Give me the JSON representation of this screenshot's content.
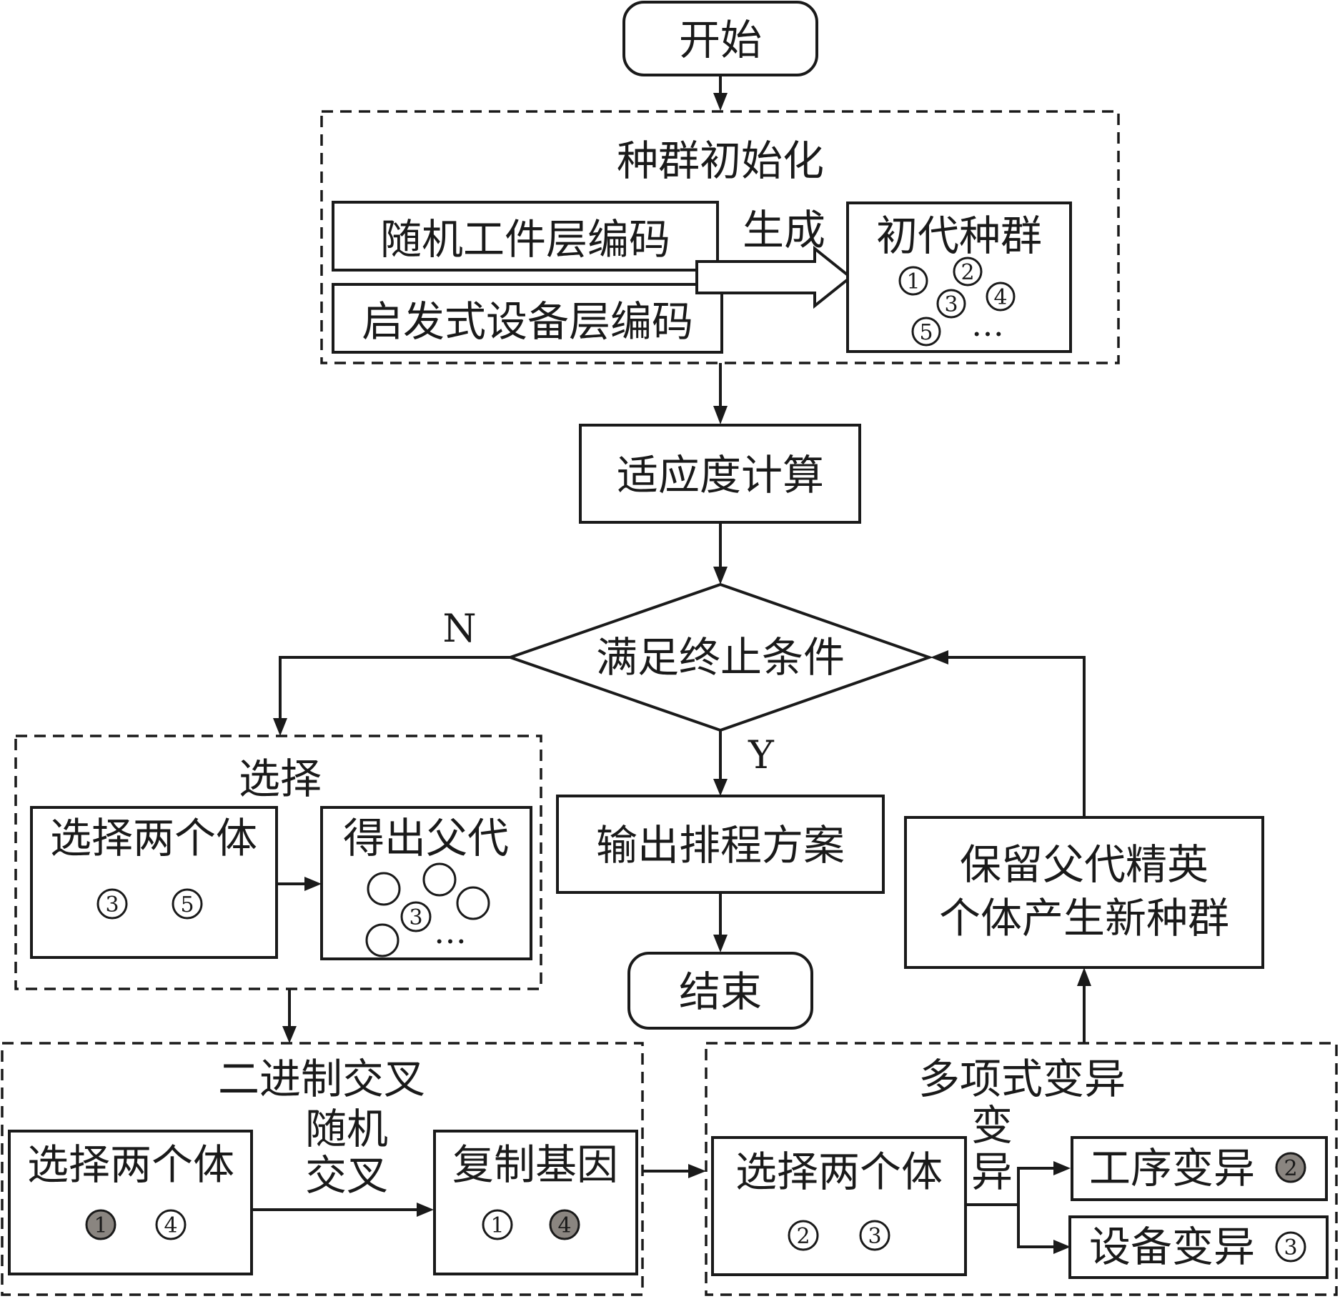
{
  "start": "开始",
  "end": "结束",
  "init_group": {
    "title": "种群初始化",
    "random_encoding": "随机工件层编码",
    "heuristic_encoding": "启发式设备层编码",
    "generate_label": "生成",
    "initial_population": {
      "title": "初代种群",
      "members": [
        "1",
        "2",
        "3",
        "4",
        "5"
      ],
      "ellipsis": "…"
    }
  },
  "fitness": "适应度计算",
  "decision": {
    "label": "满足终止条件",
    "no": "N",
    "yes": "Y"
  },
  "output_plan": "输出排程方案",
  "selection_group": {
    "title": "选择",
    "select_two": "选择两个体",
    "selected": [
      "3",
      "5"
    ],
    "get_parents": "得出父代",
    "parent_members": [
      "3"
    ],
    "ellipsis": "…"
  },
  "crossover_group": {
    "title": "二进制交叉",
    "select_two": "选择两个体",
    "selected": [
      {
        "num": "1",
        "highlighted": true
      },
      {
        "num": "4",
        "highlighted": false
      }
    ],
    "random_cross_line1": "随机",
    "random_cross_line2": "交叉",
    "copy_genes": "复制基因",
    "copied": [
      {
        "num": "1",
        "highlighted": false
      },
      {
        "num": "4",
        "highlighted": true
      }
    ]
  },
  "mutation_group": {
    "title": "多项式变异",
    "select_two": "选择两个体",
    "selected": [
      "2",
      "3"
    ],
    "mutate_line1": "变",
    "mutate_line2": "异",
    "process_mutation": "工序变异",
    "process_num": "2",
    "device_mutation": "设备变异",
    "device_num": "3"
  },
  "elite": {
    "line1": "保留父代精英",
    "line2": "个体产生新种群"
  },
  "colors": {
    "stroke": "#1a1a1a",
    "highlight_fill": "#8a8580",
    "background": "#ffffff"
  }
}
